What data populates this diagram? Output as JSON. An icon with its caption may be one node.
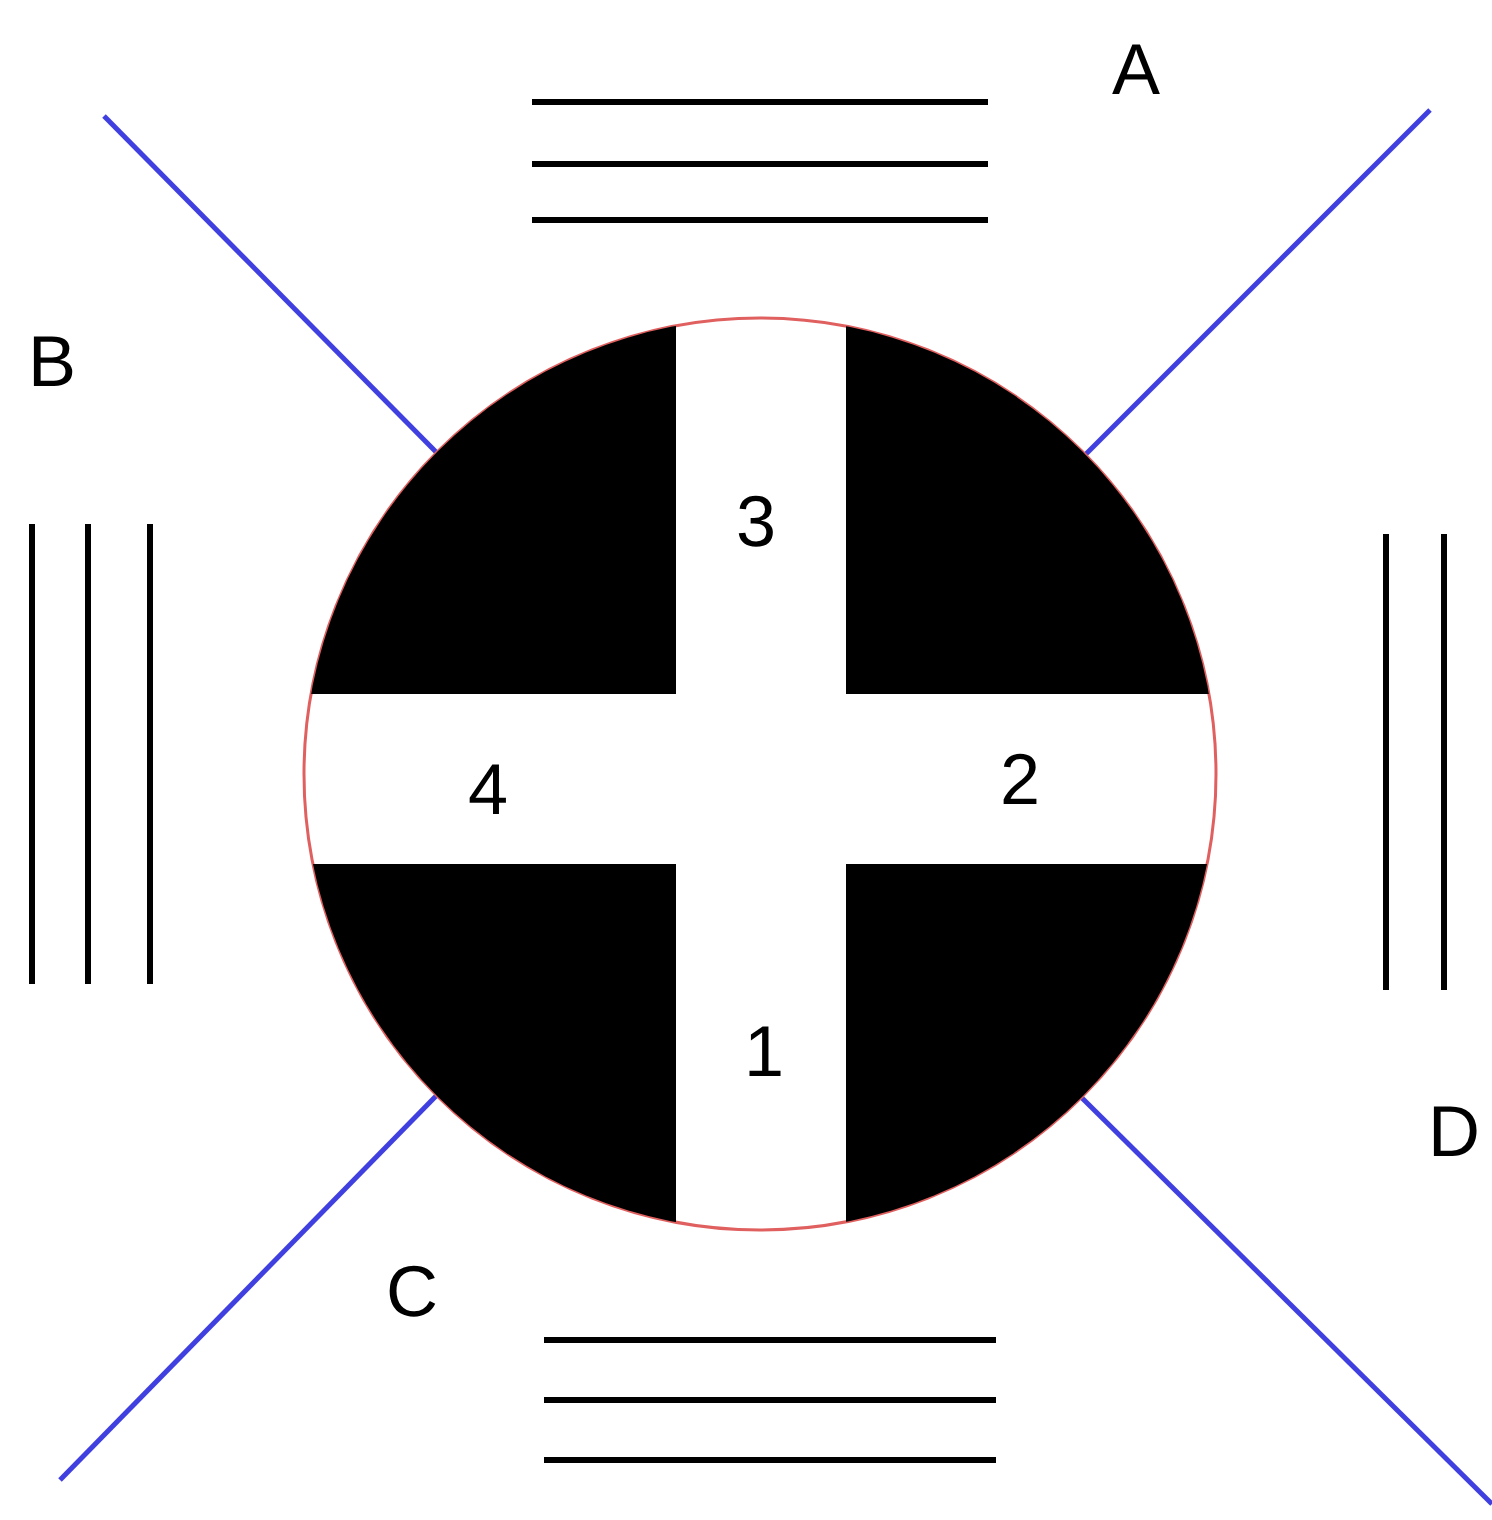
{
  "diagram": {
    "labels": [
      "A",
      "B",
      "3",
      "4",
      "2",
      "1",
      "D",
      "C"
    ]
  }
}
